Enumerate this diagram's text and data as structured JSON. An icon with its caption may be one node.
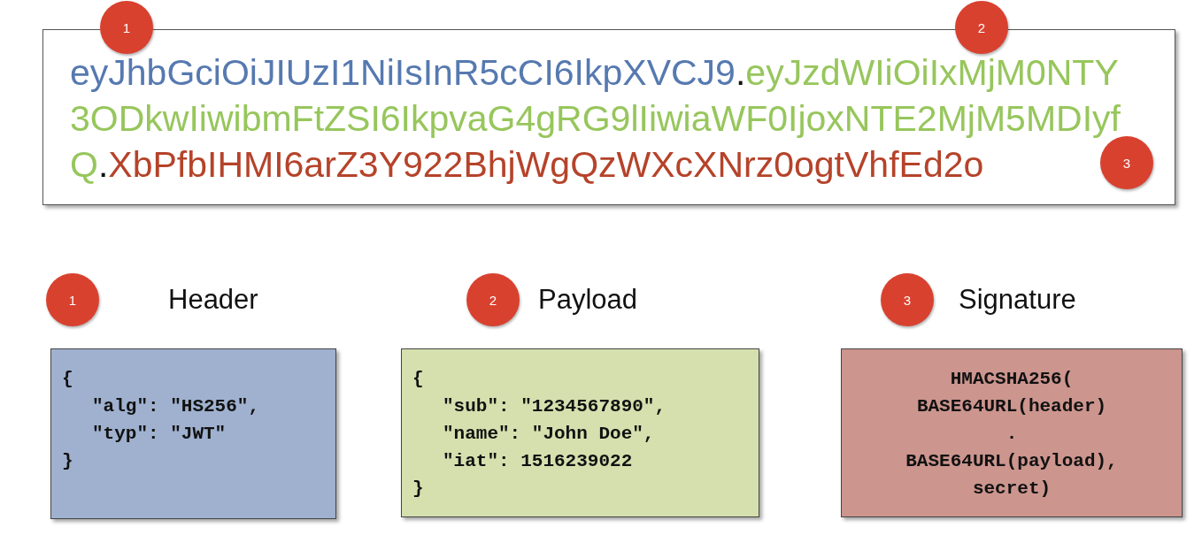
{
  "diagram": {
    "nodes": [
      {
        "text": [
          "eyJhbGciOiJIUzI1NiIsInR5cCI6IkpXVCJ9",
          ".",
          "eyJzdWIiOiIxMjM0NTY3ODkwIiwibmFtZSI6IkpvaG4gRG9lIiwiaWF0IjoxNTE2MjM5MDIyfQ",
          ".",
          "XbPfbIHMI6arZ3Y922BhjWgQzWXcXNrz0ogtVhfEd2o"
        ]
      },
      {
        "text": [
          "1"
        ]
      },
      {
        "text": [
          "2"
        ]
      },
      {
        "text": [
          "3"
        ],
        "in": 0
      },
      {
        "text": [
          "1"
        ]
      },
      {
        "text": [
          "2"
        ]
      },
      {
        "text": [
          "3"
        ]
      },
      {
        "text": [
          "{",
          "\"alg\": \"HS256\",",
          "\"typ\": \"JWT\"",
          "}"
        ],
        "beside": [
          "Header"
        ]
      },
      {
        "text": [
          "{",
          "\"sub\": \"1234567890\",",
          "\"name\": \"John Doe\",",
          "\"iat\": 1516239022",
          "}"
        ],
        "beside": [
          "Payload"
        ]
      },
      {
        "text": [
          "HMACSHA256(",
          "BASE64URL(header)",
          ".",
          "BASE64URL(payload),",
          "secret)"
        ],
        "beside": [
          "Signature"
        ]
      }
    ]
  }
}
